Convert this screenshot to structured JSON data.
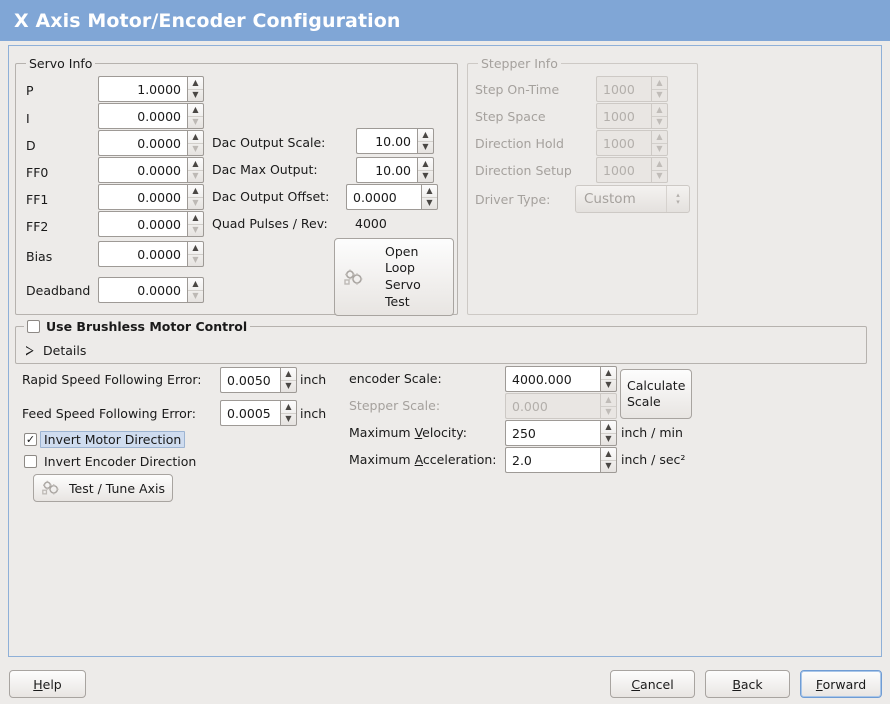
{
  "window": {
    "title": "X Axis Motor/Encoder Configuration",
    "header_color": "#80a6d6"
  },
  "servo_info": {
    "title": "Servo Info",
    "rows": [
      {
        "label": "P",
        "value": "1.0000"
      },
      {
        "label": "I",
        "value": "0.0000"
      },
      {
        "label": "D",
        "value": "0.0000"
      },
      {
        "label": "FF0",
        "value": "0.0000"
      },
      {
        "label": "FF1",
        "value": "0.0000"
      },
      {
        "label": "FF2",
        "value": "0.0000"
      },
      {
        "label": "Bias",
        "value": "0.0000"
      },
      {
        "label": "Deadband",
        "value": "0.0000"
      }
    ],
    "dac_output_scale_label": "Dac Output Scale:",
    "dac_output_scale_value": "10.00",
    "dac_max_output_label": "Dac Max Output:",
    "dac_max_output_value": "10.00",
    "dac_output_offset_label": "Dac Output Offset:",
    "dac_output_offset_value": "0.0000",
    "quad_pulses_label": "Quad Pulses / Rev:",
    "quad_pulses_value": "4000",
    "open_loop_button": "Open\nLoop\nServo\nTest",
    "open_loop_button_lines": [
      "Open",
      "Loop",
      "Servo",
      "Test"
    ]
  },
  "stepper_info": {
    "title": "Stepper Info",
    "enabled": false,
    "rows": [
      {
        "label": "Step On-Time",
        "value": "1000"
      },
      {
        "label": "Step Space",
        "value": "1000"
      },
      {
        "label": "Direction Hold",
        "value": "1000"
      },
      {
        "label": "Direction Setup",
        "value": "1000"
      }
    ],
    "driver_type_label": "Driver Type:",
    "driver_type_value": "Custom"
  },
  "brushless": {
    "title": "Use Brushless Motor Control",
    "checked": false,
    "details_label": "Details",
    "details_expanded": false
  },
  "following_error": {
    "rapid_label": "Rapid Speed Following Error:",
    "rapid_value": "0.0050",
    "rapid_unit": "inch",
    "feed_label": "Feed Speed Following Error:",
    "feed_value": "0.0005",
    "feed_unit": "inch"
  },
  "direction": {
    "invert_motor_label": "Invert Motor Direction",
    "invert_motor_checked": true,
    "invert_motor_selected": true,
    "invert_encoder_label": "Invert Encoder Direction",
    "invert_encoder_checked": false,
    "test_tune_button": "Test / Tune Axis"
  },
  "scales": {
    "encoder_scale_label": "encoder Scale:",
    "encoder_scale_value": "4000.000",
    "stepper_scale_label": "Stepper Scale:",
    "stepper_scale_value": "0.000",
    "stepper_scale_enabled": false,
    "max_velocity_label_pre": "Maximum ",
    "max_velocity_label_mnemonic": "V",
    "max_velocity_label_post": "elocity:",
    "max_velocity_value": "250",
    "max_velocity_unit": "inch / min",
    "max_accel_label_pre": "Maximum ",
    "max_accel_label_mnemonic": "A",
    "max_accel_label_post": "cceleration:",
    "max_accel_value": "2.0",
    "max_accel_unit": "inch / sec²",
    "calculate_scale_button_lines": [
      "Calculate",
      "Scale"
    ]
  },
  "footer": {
    "help_pre": "",
    "help_mnemonic": "H",
    "help_post": "elp",
    "cancel_pre": "",
    "cancel_mnemonic": "C",
    "cancel_post": "ancel",
    "back_pre": "",
    "back_mnemonic": "B",
    "back_post": "ack",
    "forward_pre": "",
    "forward_mnemonic": "F",
    "forward_post": "orward",
    "forward_focused": true
  },
  "icons": {
    "gears": "gears-icon",
    "spin_up": "▲",
    "spin_down": "▼",
    "check": "✓",
    "combo_up": "▴",
    "combo_down": "▾"
  }
}
